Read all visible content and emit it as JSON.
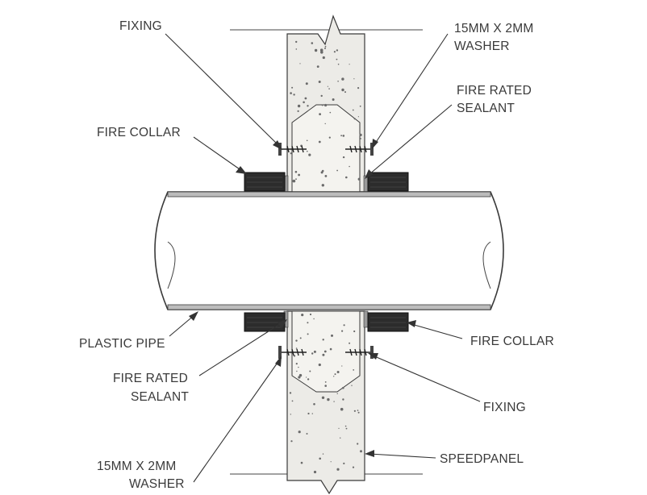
{
  "labels": {
    "fixing_top": "FIXING",
    "washer_top_line1": "15MM X 2MM",
    "washer_top_line2": "WASHER",
    "sealant_top_line1": "FIRE RATED",
    "sealant_top_line2": "SEALANT",
    "collar_top": "FIRE COLLAR",
    "plastic_pipe": "PLASTIC PIPE",
    "collar_bottom": "FIRE COLLAR",
    "sealant_bottom_line1": "FIRE RATED",
    "sealant_bottom_line2": "SEALANT",
    "fixing_bottom": "FIXING",
    "speedpanel": "SPEEDPANEL",
    "washer_bottom_line1": "15MM X 2MM",
    "washer_bottom_line2": "WASHER"
  },
  "colors": {
    "line": "#3a3a3a",
    "panel_fill": "#ecebe7",
    "collar_fill": "#2c2c2c",
    "pipe_wall": "#bcbcbc",
    "text": "#3a3a3a"
  }
}
